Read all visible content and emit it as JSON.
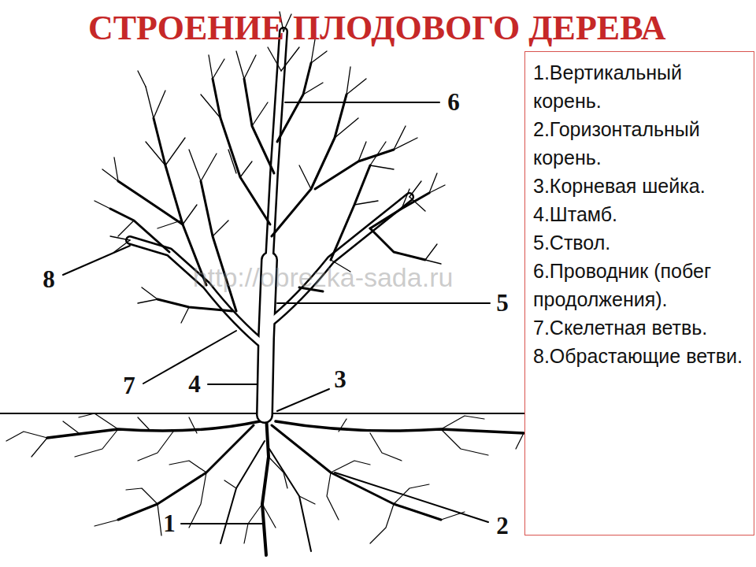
{
  "diagram": {
    "title": "СТРОЕНИЕ ПЛОДОВОГО ДЕРЕВА",
    "nodes": [
      {
        "text": [
          "1.Вертикальный корень.",
          "2.Горизонтальный корень.",
          "3.Корневая шейка.",
          "4.Штамб.",
          "5.Ствол.",
          "6.Проводник (побег продолжения).",
          "7.Скелетная ветвь.",
          "8.Обрастающие ветви."
        ]
      }
    ],
    "labels": [
      "1",
      "2",
      "3",
      "4",
      "5",
      "6",
      "7",
      "8",
      "http://obrezka-sada.ru"
    ]
  }
}
